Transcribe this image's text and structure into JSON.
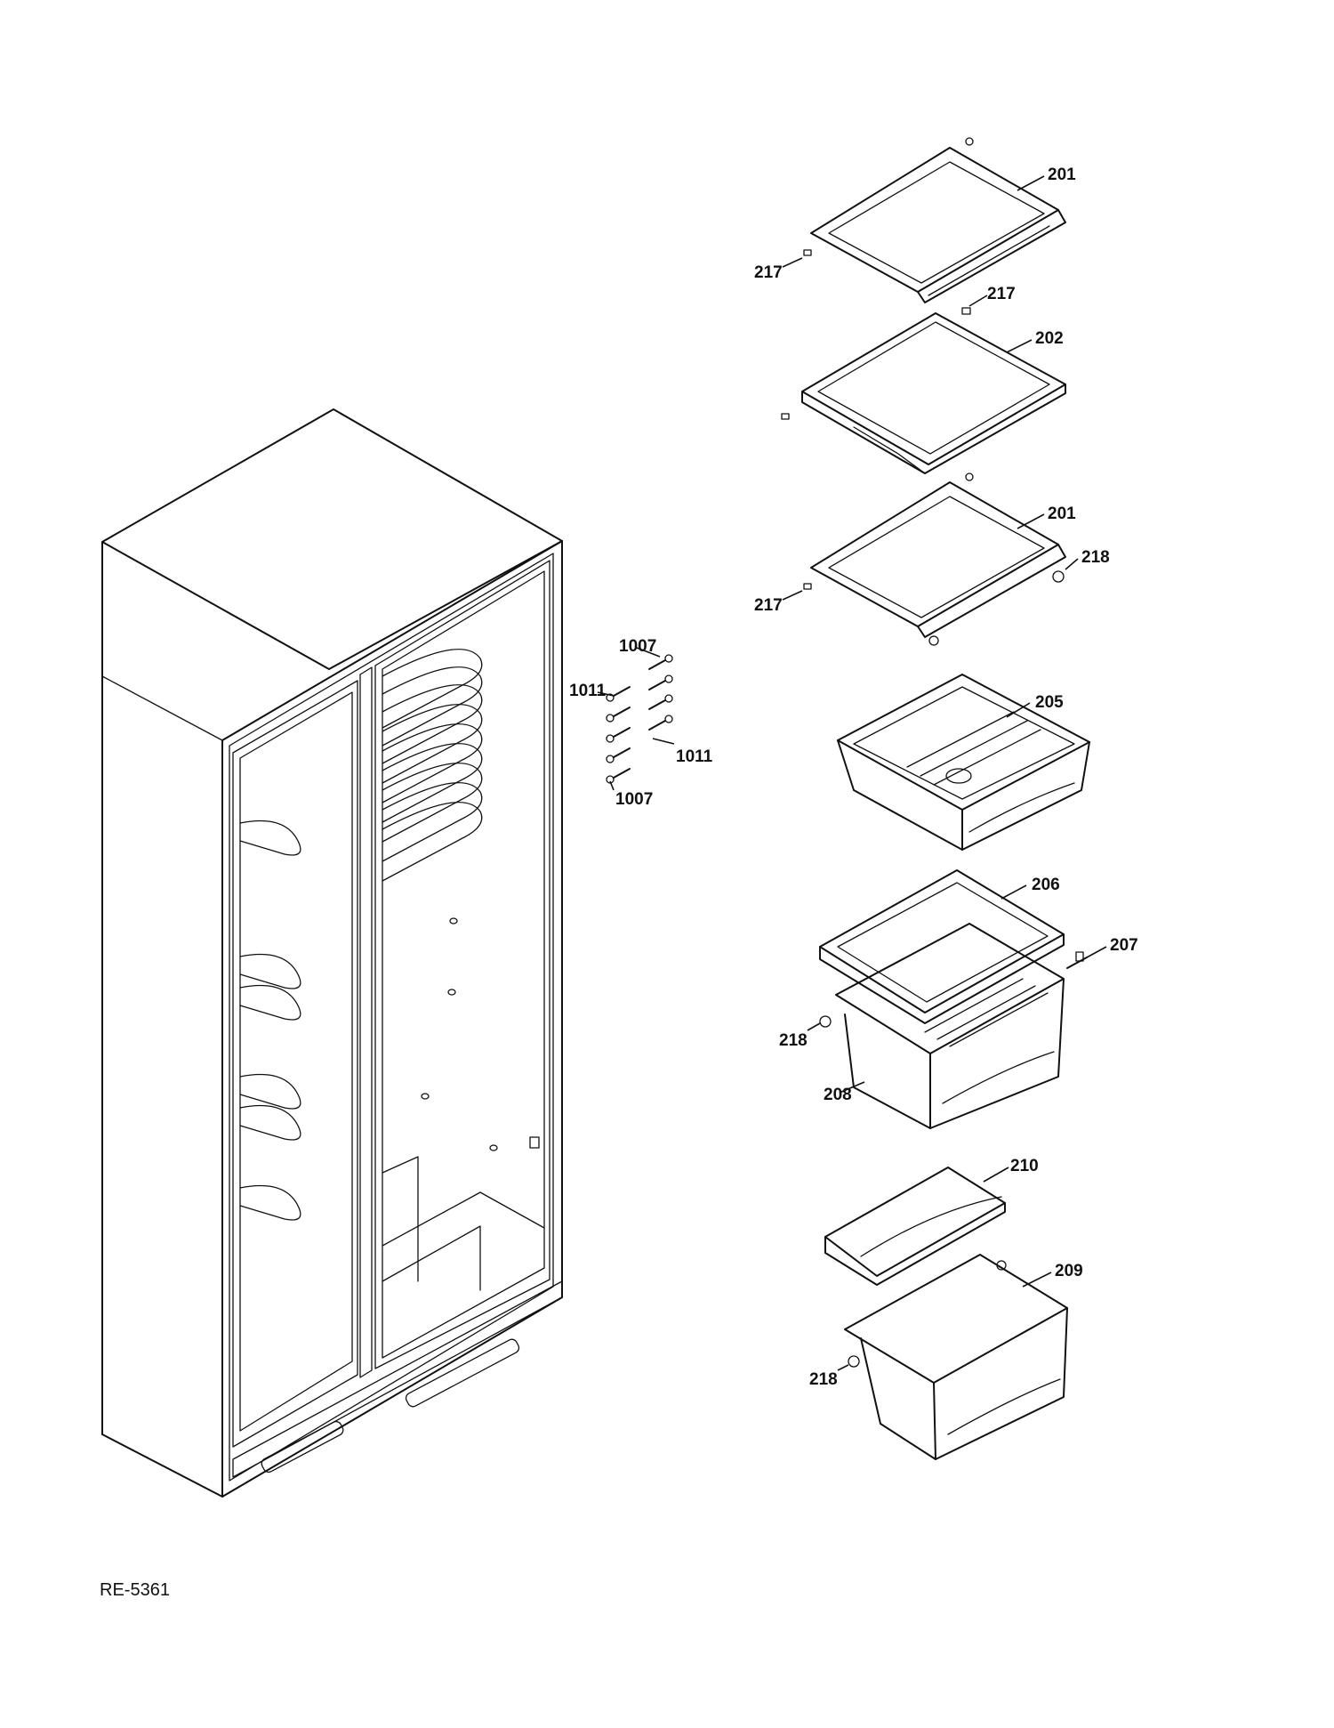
{
  "drawing_id": "RE-5361",
  "callouts": {
    "shelf_201_top": "201",
    "spacer_217_a": "217",
    "spacer_217_b": "217",
    "shelf_202": "202",
    "shelf_201_mid": "201",
    "stop_218_shelf": "218",
    "spacer_217_c": "217",
    "screw_1007_top": "1007",
    "screw_1011_left": "1011",
    "screw_1011_right": "1011",
    "screw_1007_bottom": "1007",
    "pan_205": "205",
    "cover_206": "206",
    "support_207": "207",
    "stop_218_crisper": "218",
    "pan_208": "208",
    "cover_210": "210",
    "pan_209": "209",
    "stop_218_bottom": "218"
  }
}
